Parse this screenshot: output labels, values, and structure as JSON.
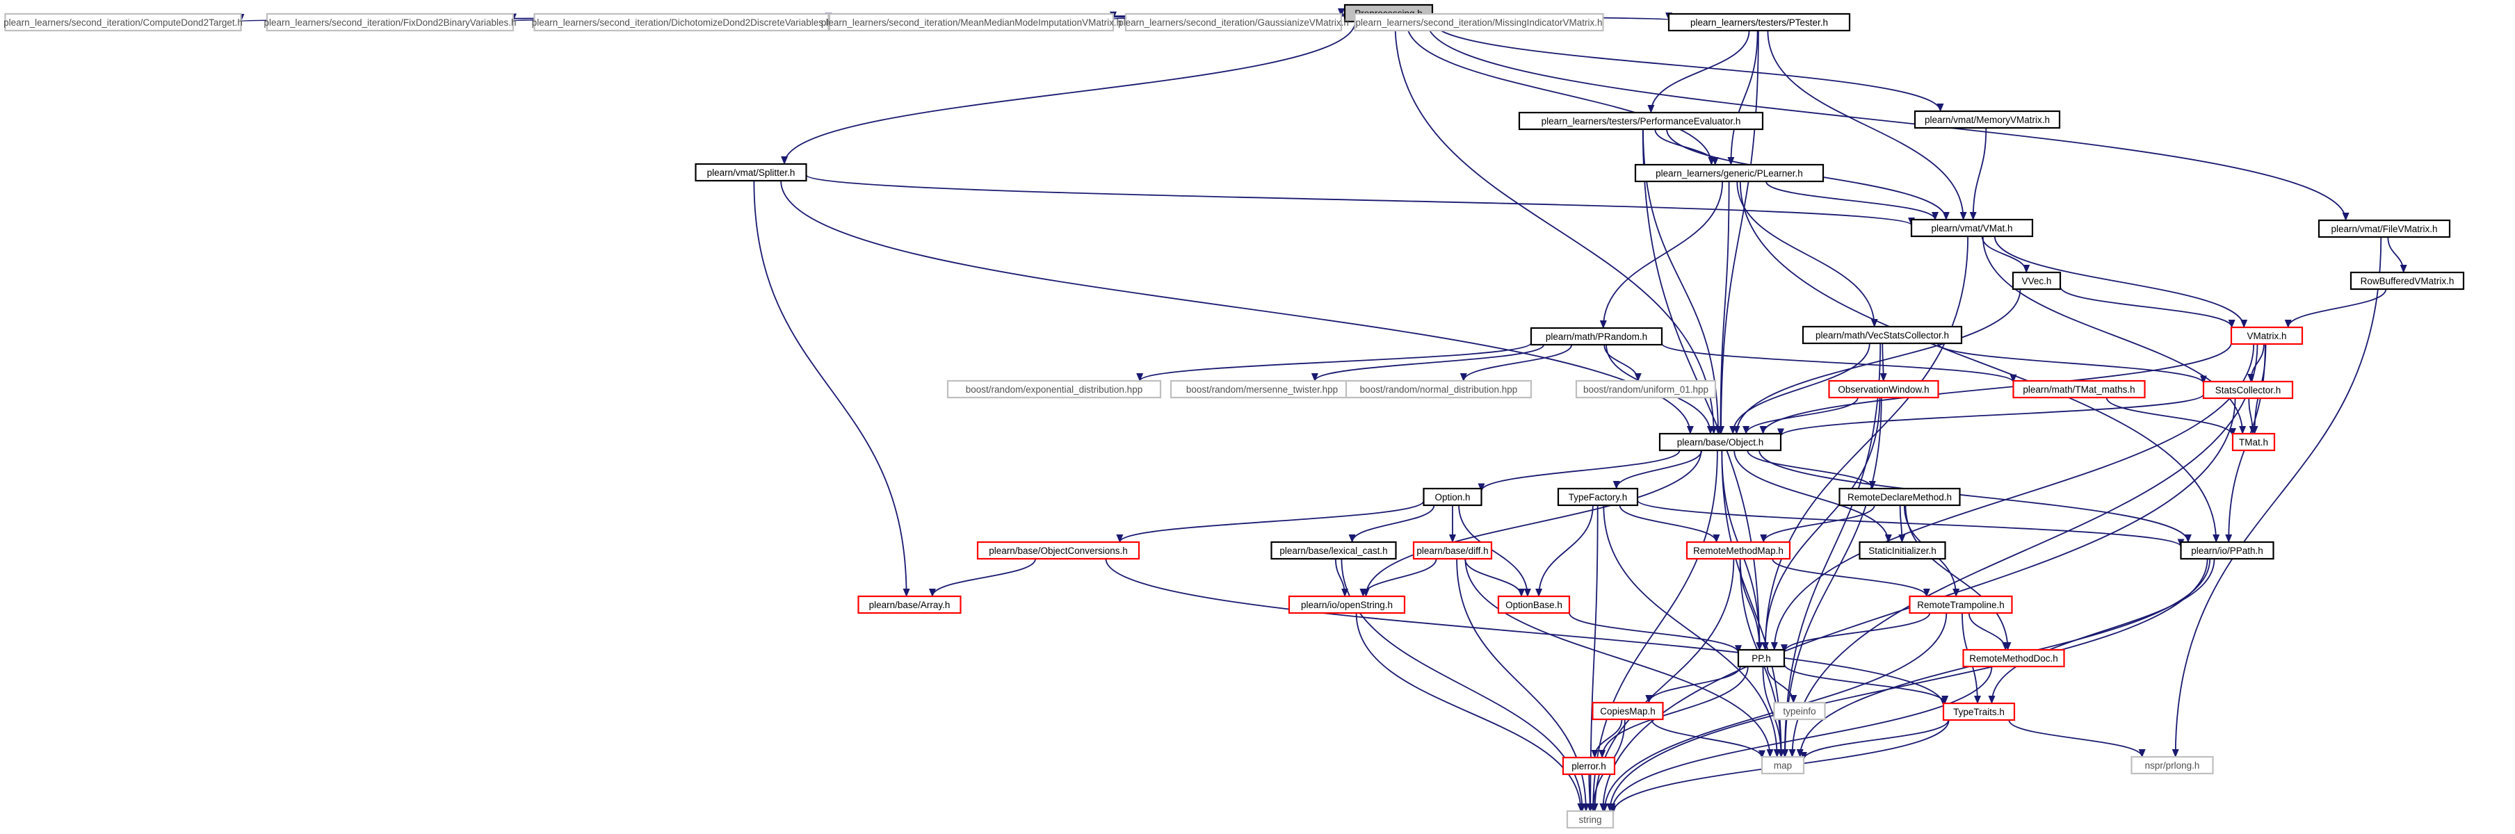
{
  "colors": {
    "edge": "#191970",
    "root_fill": "#bfbfbf",
    "documented_border": "#000000",
    "truncated_border": "#ff0000",
    "external_border": "#bfbfbf",
    "text_normal": "#000000",
    "text_external": "#505050"
  },
  "nodes": [
    {
      "id": "preprocessing",
      "label": "Preprocessing.h",
      "kind": "root"
    },
    {
      "id": "computedond2",
      "label": "plearn_learners/second_iteration/ComputeDond2Target.h",
      "kind": "external"
    },
    {
      "id": "fixdond2",
      "label": "plearn_learners/second_iteration/FixDond2BinaryVariables.h",
      "kind": "external"
    },
    {
      "id": "dichotomize",
      "label": "plearn_learners/second_iteration/DichotomizeDond2DiscreteVariables.h",
      "kind": "external"
    },
    {
      "id": "meanmedian",
      "label": "plearn_learners/second_iteration/MeanMedianModeImputationVMatrix.h",
      "kind": "external"
    },
    {
      "id": "gaussianize",
      "label": "plearn_learners/second_iteration/GaussianizeVMatrix.h",
      "kind": "external"
    },
    {
      "id": "missingind",
      "label": "plearn_learners/second_iteration/MissingIndicatorVMatrix.h",
      "kind": "external"
    },
    {
      "id": "ptester",
      "label": "plearn_learners/testers/PTester.h",
      "kind": "normal"
    },
    {
      "id": "memoryvm",
      "label": "plearn/vmat/MemoryVMatrix.h",
      "kind": "normal"
    },
    {
      "id": "filevm",
      "label": "plearn/vmat/FileVMatrix.h",
      "kind": "normal"
    },
    {
      "id": "perfeval",
      "label": "plearn_learners/testers/PerformanceEvaluator.h",
      "kind": "normal"
    },
    {
      "id": "splitter",
      "label": "plearn/vmat/Splitter.h",
      "kind": "normal"
    },
    {
      "id": "plearner",
      "label": "plearn_learners/generic/PLearner.h",
      "kind": "normal"
    },
    {
      "id": "vmat",
      "label": "plearn/vmat/VMat.h",
      "kind": "normal"
    },
    {
      "id": "rowbuffered",
      "label": "RowBufferedVMatrix.h",
      "kind": "normal"
    },
    {
      "id": "vvec",
      "label": "VVec.h",
      "kind": "normal"
    },
    {
      "id": "vmatrix",
      "label": "VMatrix.h",
      "kind": "truncated"
    },
    {
      "id": "prandom",
      "label": "plearn/math/PRandom.h",
      "kind": "normal"
    },
    {
      "id": "vecstats",
      "label": "plearn/math/VecStatsCollector.h",
      "kind": "normal"
    },
    {
      "id": "expdist",
      "label": "boost/random/exponential_distribution.hpp",
      "kind": "external"
    },
    {
      "id": "mersenne",
      "label": "boost/random/mersenne_twister.hpp",
      "kind": "external"
    },
    {
      "id": "normdist",
      "label": "boost/random/normal_distribution.hpp",
      "kind": "external"
    },
    {
      "id": "unif01",
      "label": "boost/random/uniform_01.hpp",
      "kind": "external"
    },
    {
      "id": "obswindow",
      "label": "ObservationWindow.h",
      "kind": "truncated"
    },
    {
      "id": "tmatmaths",
      "label": "plearn/math/TMat_maths.h",
      "kind": "truncated"
    },
    {
      "id": "statscoll",
      "label": "StatsCollector.h",
      "kind": "truncated"
    },
    {
      "id": "tmat",
      "label": "TMat.h",
      "kind": "truncated"
    },
    {
      "id": "object",
      "label": "plearn/base/Object.h",
      "kind": "normal"
    },
    {
      "id": "option",
      "label": "Option.h",
      "kind": "normal"
    },
    {
      "id": "typefactory",
      "label": "TypeFactory.h",
      "kind": "normal"
    },
    {
      "id": "remotedeclare",
      "label": "RemoteDeclareMethod.h",
      "kind": "normal"
    },
    {
      "id": "objconv",
      "label": "plearn/base/ObjectConversions.h",
      "kind": "truncated"
    },
    {
      "id": "lexicalcast",
      "label": "plearn/base/lexical_cast.h",
      "kind": "normal"
    },
    {
      "id": "diff",
      "label": "plearn/base/diff.h",
      "kind": "truncated"
    },
    {
      "id": "remotemethodmap",
      "label": "RemoteMethodMap.h",
      "kind": "truncated"
    },
    {
      "id": "staticinit",
      "label": "StaticInitializer.h",
      "kind": "normal"
    },
    {
      "id": "ppath",
      "label": "plearn/io/PPath.h",
      "kind": "normal"
    },
    {
      "id": "array",
      "label": "plearn/base/Array.h",
      "kind": "truncated"
    },
    {
      "id": "openstring",
      "label": "plearn/io/openString.h",
      "kind": "truncated"
    },
    {
      "id": "optionbase",
      "label": "OptionBase.h",
      "kind": "truncated"
    },
    {
      "id": "remotetramp",
      "label": "RemoteTrampoline.h",
      "kind": "truncated"
    },
    {
      "id": "pp",
      "label": "PP.h",
      "kind": "normal"
    },
    {
      "id": "remotedoc",
      "label": "RemoteMethodDoc.h",
      "kind": "truncated"
    },
    {
      "id": "typeinfo",
      "label": "typeinfo",
      "kind": "external"
    },
    {
      "id": "copiesmap",
      "label": "CopiesMap.h",
      "kind": "truncated"
    },
    {
      "id": "typetraits",
      "label": "TypeTraits.h",
      "kind": "truncated"
    },
    {
      "id": "map",
      "label": "map",
      "kind": "external"
    },
    {
      "id": "nsprlong",
      "label": "nspr/prlong.h",
      "kind": "external"
    },
    {
      "id": "plerror",
      "label": "plerror.h",
      "kind": "truncated"
    },
    {
      "id": "string",
      "label": "string",
      "kind": "external"
    }
  ],
  "edges": [
    [
      "preprocessing",
      "computedond2"
    ],
    [
      "preprocessing",
      "fixdond2"
    ],
    [
      "preprocessing",
      "dichotomize"
    ],
    [
      "preprocessing",
      "meanmedian"
    ],
    [
      "preprocessing",
      "gaussianize"
    ],
    [
      "preprocessing",
      "missingind"
    ],
    [
      "preprocessing",
      "ptester"
    ],
    [
      "preprocessing",
      "memoryvm"
    ],
    [
      "preprocessing",
      "filevm"
    ],
    [
      "preprocessing",
      "splitter"
    ],
    [
      "preprocessing",
      "plearner"
    ],
    [
      "preprocessing",
      "object"
    ],
    [
      "ptester",
      "perfeval"
    ],
    [
      "ptester",
      "plearner"
    ],
    [
      "ptester",
      "vmat"
    ],
    [
      "ptester",
      "object"
    ],
    [
      "memoryvm",
      "vmat"
    ],
    [
      "filevm",
      "rowbuffered"
    ],
    [
      "filevm",
      "nsprlong"
    ],
    [
      "rowbuffered",
      "vmatrix"
    ],
    [
      "perfeval",
      "plearner"
    ],
    [
      "perfeval",
      "vmat"
    ],
    [
      "perfeval",
      "object"
    ],
    [
      "perfeval",
      "pp"
    ],
    [
      "splitter",
      "vmat"
    ],
    [
      "splitter",
      "object"
    ],
    [
      "splitter",
      "array"
    ],
    [
      "plearner",
      "vmat"
    ],
    [
      "plearner",
      "prandom"
    ],
    [
      "plearner",
      "vecstats"
    ],
    [
      "plearner",
      "object"
    ],
    [
      "plearner",
      "ppath"
    ],
    [
      "vmat",
      "vvec"
    ],
    [
      "vmat",
      "vmatrix"
    ],
    [
      "vmat",
      "pp"
    ],
    [
      "vmat",
      "tmat"
    ],
    [
      "vvec",
      "vmatrix"
    ],
    [
      "vvec",
      "object"
    ],
    [
      "vmatrix",
      "statscoll"
    ],
    [
      "vmatrix",
      "tmat"
    ],
    [
      "vmatrix",
      "ppath"
    ],
    [
      "vmatrix",
      "object"
    ],
    [
      "vmatrix",
      "map"
    ],
    [
      "vmatrix",
      "pp"
    ],
    [
      "prandom",
      "expdist"
    ],
    [
      "prandom",
      "mersenne"
    ],
    [
      "prandom",
      "normdist"
    ],
    [
      "prandom",
      "unif01"
    ],
    [
      "prandom",
      "tmatmaths"
    ],
    [
      "prandom",
      "object"
    ],
    [
      "vecstats",
      "obswindow"
    ],
    [
      "vecstats",
      "statscoll"
    ],
    [
      "vecstats",
      "object"
    ],
    [
      "vecstats",
      "map"
    ],
    [
      "obswindow",
      "object"
    ],
    [
      "obswindow",
      "pp"
    ],
    [
      "obswindow",
      "map"
    ],
    [
      "tmatmaths",
      "tmat"
    ],
    [
      "statscoll",
      "object"
    ],
    [
      "statscoll",
      "tmat"
    ],
    [
      "statscoll",
      "string"
    ],
    [
      "object",
      "option"
    ],
    [
      "object",
      "typefactory"
    ],
    [
      "object",
      "remotedeclare"
    ],
    [
      "object",
      "staticinit"
    ],
    [
      "object",
      "ppath"
    ],
    [
      "object",
      "openstring"
    ],
    [
      "object",
      "map"
    ],
    [
      "object",
      "string"
    ],
    [
      "object",
      "pp"
    ],
    [
      "option",
      "objconv"
    ],
    [
      "option",
      "lexicalcast"
    ],
    [
      "option",
      "diff"
    ],
    [
      "option",
      "optionbase"
    ],
    [
      "typefactory",
      "remotemethodmap"
    ],
    [
      "typefactory",
      "ppath"
    ],
    [
      "typefactory",
      "optionbase"
    ],
    [
      "typefactory",
      "map"
    ],
    [
      "typefactory",
      "string"
    ],
    [
      "remotedeclare",
      "remotemethodmap"
    ],
    [
      "remotedeclare",
      "staticinit"
    ],
    [
      "remotedeclare",
      "remotetramp"
    ],
    [
      "remotedeclare",
      "remotedoc"
    ],
    [
      "objconv",
      "array"
    ],
    [
      "objconv",
      "typetraits"
    ],
    [
      "lexicalcast",
      "openstring"
    ],
    [
      "lexicalcast",
      "string"
    ],
    [
      "diff",
      "openstring"
    ],
    [
      "diff",
      "optionbase"
    ],
    [
      "diff",
      "map"
    ],
    [
      "diff",
      "string"
    ],
    [
      "remotemethodmap",
      "pp"
    ],
    [
      "remotemethodmap",
      "remotetramp"
    ],
    [
      "remotemethodmap",
      "map"
    ],
    [
      "remotemethodmap",
      "string"
    ],
    [
      "ppath",
      "typetraits"
    ],
    [
      "ppath",
      "map"
    ],
    [
      "ppath",
      "string"
    ],
    [
      "openstring",
      "string"
    ],
    [
      "optionbase",
      "pp"
    ],
    [
      "remotetramp",
      "pp"
    ],
    [
      "remotetramp",
      "remotedoc"
    ],
    [
      "remotetramp",
      "typetraits"
    ],
    [
      "remotetramp",
      "string"
    ],
    [
      "remotedoc",
      "string"
    ],
    [
      "pp",
      "typeinfo"
    ],
    [
      "pp",
      "copiesmap"
    ],
    [
      "pp",
      "typetraits"
    ],
    [
      "pp",
      "map"
    ],
    [
      "pp",
      "plerror"
    ],
    [
      "copiesmap",
      "plerror"
    ],
    [
      "copiesmap",
      "map"
    ],
    [
      "copiesmap",
      "string"
    ],
    [
      "typetraits",
      "map"
    ],
    [
      "typetraits",
      "nsprlong"
    ],
    [
      "typetraits",
      "string"
    ],
    [
      "plerror",
      "string"
    ]
  ]
}
